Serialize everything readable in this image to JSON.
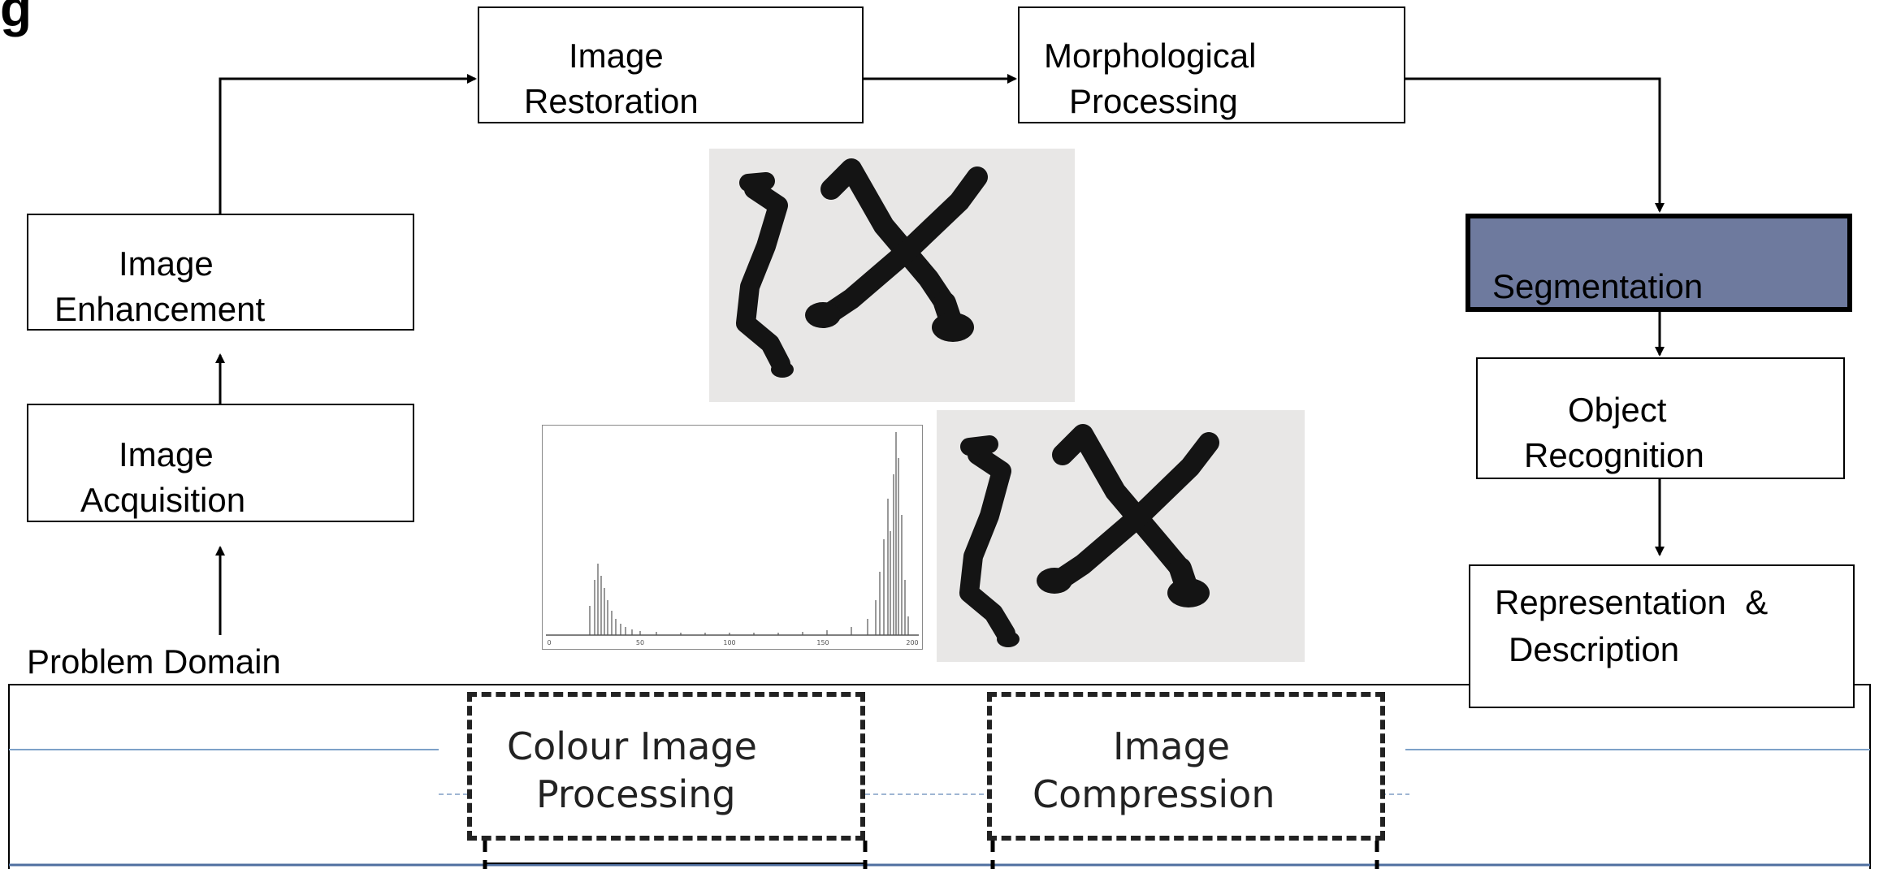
{
  "corner_glyph": "g",
  "stages": {
    "image_acquisition": [
      "Image",
      "Acquisition"
    ],
    "image_enhancement": [
      "Image",
      "Enhancement"
    ],
    "image_restoration": [
      "Image",
      "Restoration"
    ],
    "morphological_processing": [
      "Morphological",
      "Processing"
    ],
    "segmentation": [
      "Segmentation"
    ],
    "object_recognition": [
      "Object",
      "Recognition"
    ],
    "representation_description": [
      "Representation  &",
      "Description"
    ]
  },
  "problem_domain": "Problem Domain",
  "bottom_stages": {
    "colour_image_processing": [
      "Colour Image",
      "Processing"
    ],
    "image_compression": [
      "Image",
      "Compression"
    ]
  },
  "colors": {
    "segmentation_fill": "#6e7a9e",
    "rule_line": "#7da1c8",
    "dash_border": "#222222"
  },
  "images": {
    "top_photo": "photo-of-two-wrench-shapes",
    "bottom_photo": "photo-of-two-wrench-shapes-segmented",
    "histogram": "intensity-histogram",
    "histogram_ticks": [
      "0",
      "50",
      "100",
      "150",
      "200"
    ]
  }
}
